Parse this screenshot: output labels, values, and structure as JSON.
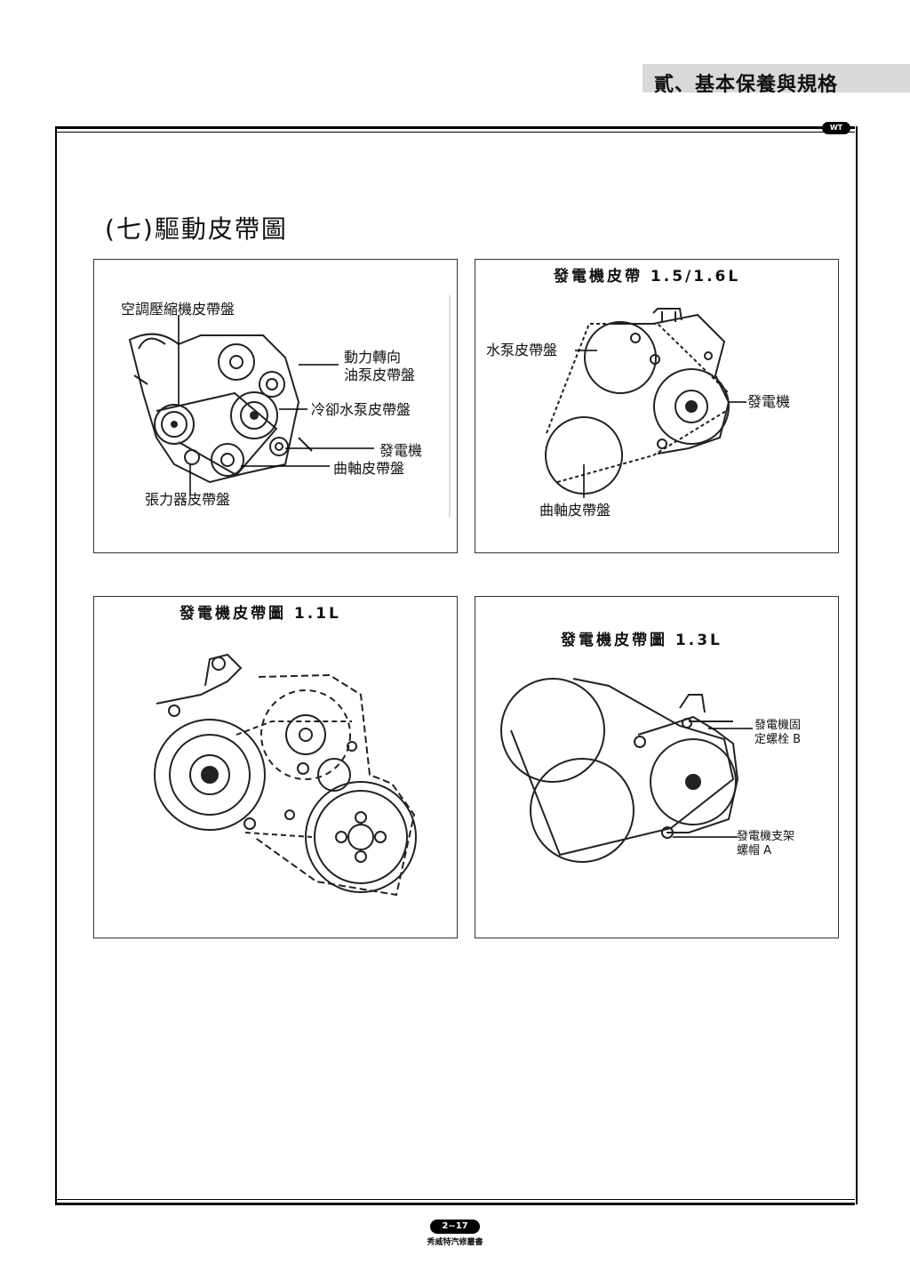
{
  "header": {
    "chapter_title": "貳、基本保養與規格",
    "logo_text": "WT"
  },
  "section": {
    "title": "(七)驅動皮帶圖"
  },
  "panels": {
    "p1": {
      "labels": {
        "ac_compressor": "空調壓縮機皮帶盤",
        "power_steering_1": "動力轉向",
        "power_steering_2": "油泵皮帶盤",
        "water_pump": "冷卻水泵皮帶盤",
        "alternator": "發電機",
        "crankshaft": "曲軸皮帶盤",
        "tensioner": "張力器皮帶盤"
      }
    },
    "p2": {
      "title": "發電機皮帶 1.5/1.6L",
      "labels": {
        "water_pump": "水泵皮帶盤",
        "alternator": "發電機",
        "crankshaft": "曲軸皮帶盤"
      }
    },
    "p3": {
      "title": "發電機皮帶圖 1.1L"
    },
    "p4": {
      "title": "發電機皮帶圖 1.3L",
      "labels": {
        "bolt_b_1": "發電機固",
        "bolt_b_2": "定螺栓 B",
        "nut_a_1": "發電機支架",
        "nut_a_2": "螺帽 A"
      }
    }
  },
  "footer": {
    "page_number": "2~17",
    "publisher": "秀威特汽修叢書"
  }
}
